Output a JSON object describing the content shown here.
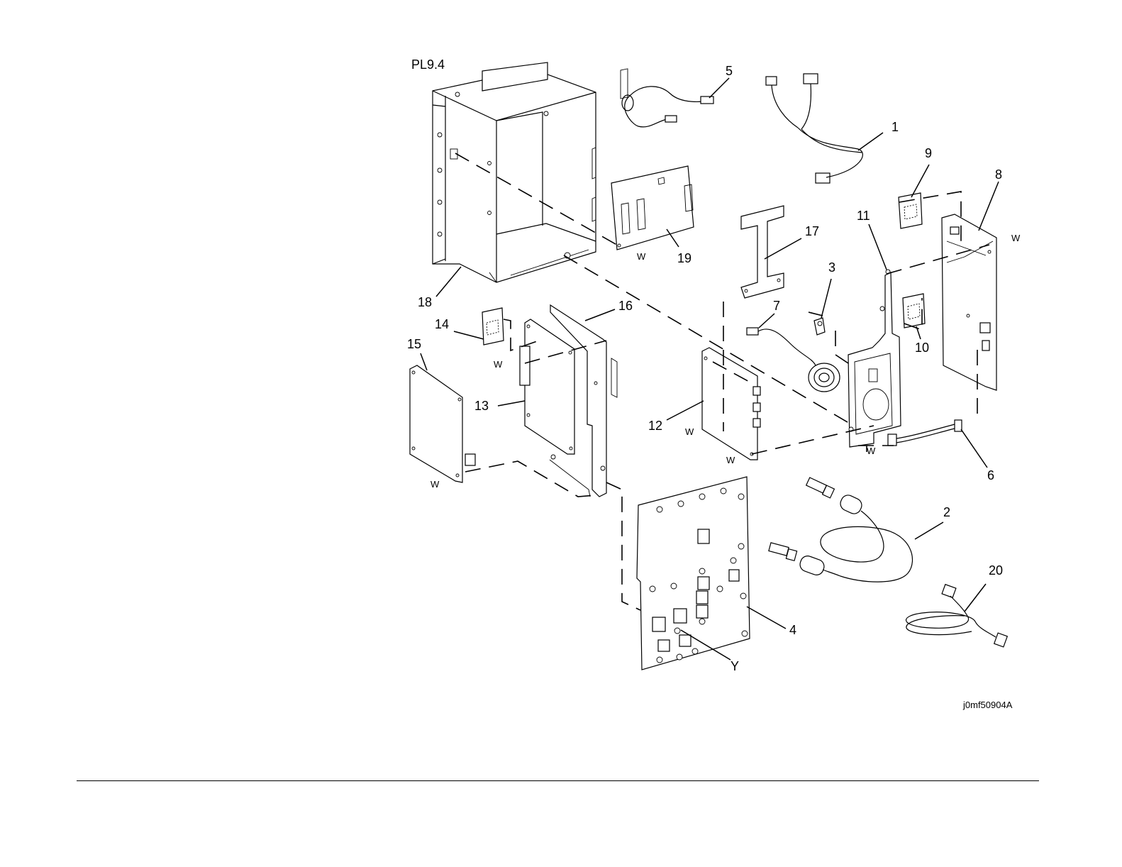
{
  "figure": {
    "title": "PL9.4",
    "figure_id": "j0mf50904A"
  },
  "callouts": [
    "1",
    "2",
    "3",
    "4",
    "5",
    "6",
    "7",
    "8",
    "9",
    "10",
    "11",
    "12",
    "13",
    "14",
    "15",
    "16",
    "17",
    "18",
    "19",
    "20"
  ],
  "markers": {
    "w": "W",
    "y": "Y"
  }
}
